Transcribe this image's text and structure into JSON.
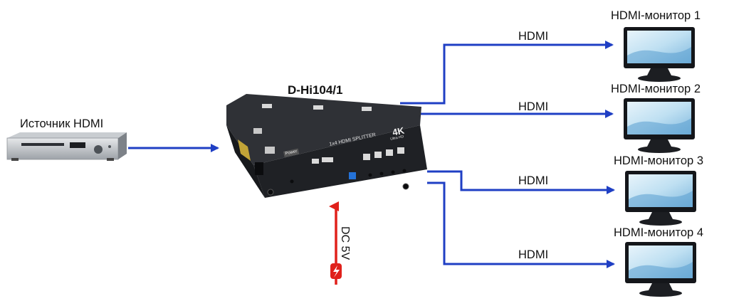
{
  "title": "D-Hi104/1",
  "source": {
    "label": "Источник HDMI",
    "icon": "dvd-player-icon"
  },
  "splitter": {
    "model_text": "1x4 HDMI SPLITTER",
    "badge": "4K",
    "badge_sub": "Ultra HD",
    "power_label": "Power",
    "icon": "hdmi-splitter-icon"
  },
  "power_input": {
    "label": "DC 5V",
    "icon": "lightning-icon"
  },
  "outputs": [
    {
      "cable_label": "HDMI",
      "monitor_label": "HDMI-монитор 1"
    },
    {
      "cable_label": "HDMI",
      "monitor_label": "HDMI-монитор 2"
    },
    {
      "cable_label": "HDMI",
      "monitor_label": "HDMI-монитор 3"
    },
    {
      "cable_label": "HDMI",
      "monitor_label": "HDMI-монитор 4"
    }
  ],
  "colors": {
    "connector": "#1f3fc4",
    "power_arrow": "#e0211b",
    "device_body": "#2a2c30"
  }
}
